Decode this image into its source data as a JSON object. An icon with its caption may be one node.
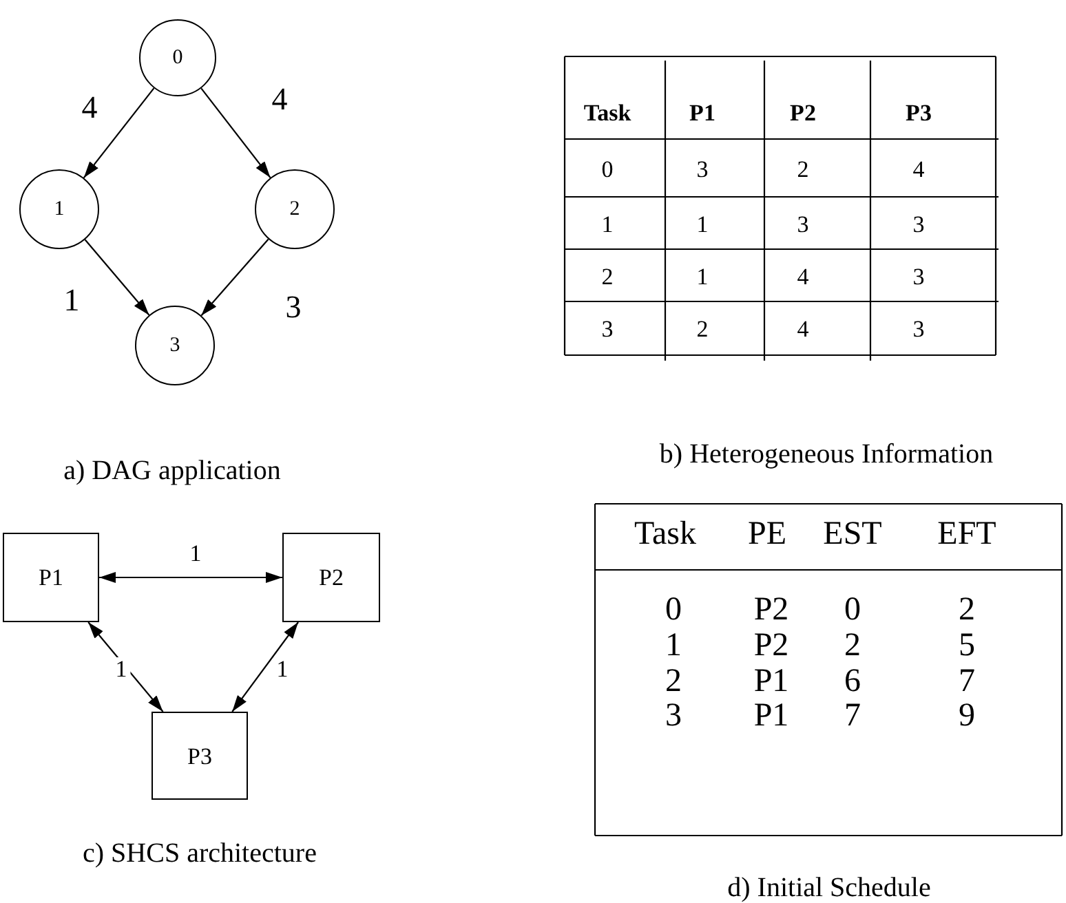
{
  "diagram": {
    "nodes": [
      {
        "text": [
          "0"
        ]
      },
      {
        "text": [
          "1"
        ]
      },
      {
        "text": [
          "2"
        ]
      },
      {
        "text": [
          "3"
        ]
      },
      {
        "text": [
          "P1"
        ]
      },
      {
        "text": [
          "P2"
        ]
      },
      {
        "text": [
          "P3"
        ]
      }
    ],
    "edges": [
      {
        "from": 0,
        "to": 1,
        "arrow": "to",
        "label": "4"
      },
      {
        "from": 0,
        "to": 2,
        "arrow": "to",
        "label": "4"
      },
      {
        "from": 1,
        "to": 3,
        "arrow": "to",
        "label": "1"
      },
      {
        "from": 2,
        "to": 3,
        "arrow": "to",
        "label": "3"
      },
      {
        "from": 4,
        "to": 5,
        "arrow": "both",
        "label": "1"
      },
      {
        "from": 4,
        "to": 6,
        "arrow": "both",
        "label": "1"
      },
      {
        "from": 5,
        "to": 6,
        "arrow": "both",
        "label": "1"
      }
    ],
    "labels": [
      "Task",
      "P1",
      "P2",
      "P3",
      "0",
      "3",
      "2",
      "4",
      "1",
      "1",
      "3",
      "3",
      "2",
      "1",
      "4",
      "3",
      "3",
      "2",
      "4",
      "3",
      "a) DAG application",
      "b) Heterogeneous Information",
      "Task",
      "PE",
      "EST",
      "EFT",
      "0",
      "P2",
      "0",
      "2",
      "1",
      "P2",
      "2",
      "5",
      "2",
      "P1",
      "6",
      "7",
      "3",
      "P1",
      "7",
      "9",
      "c) SHCS architecture",
      "d) Initial Schedule"
    ]
  }
}
